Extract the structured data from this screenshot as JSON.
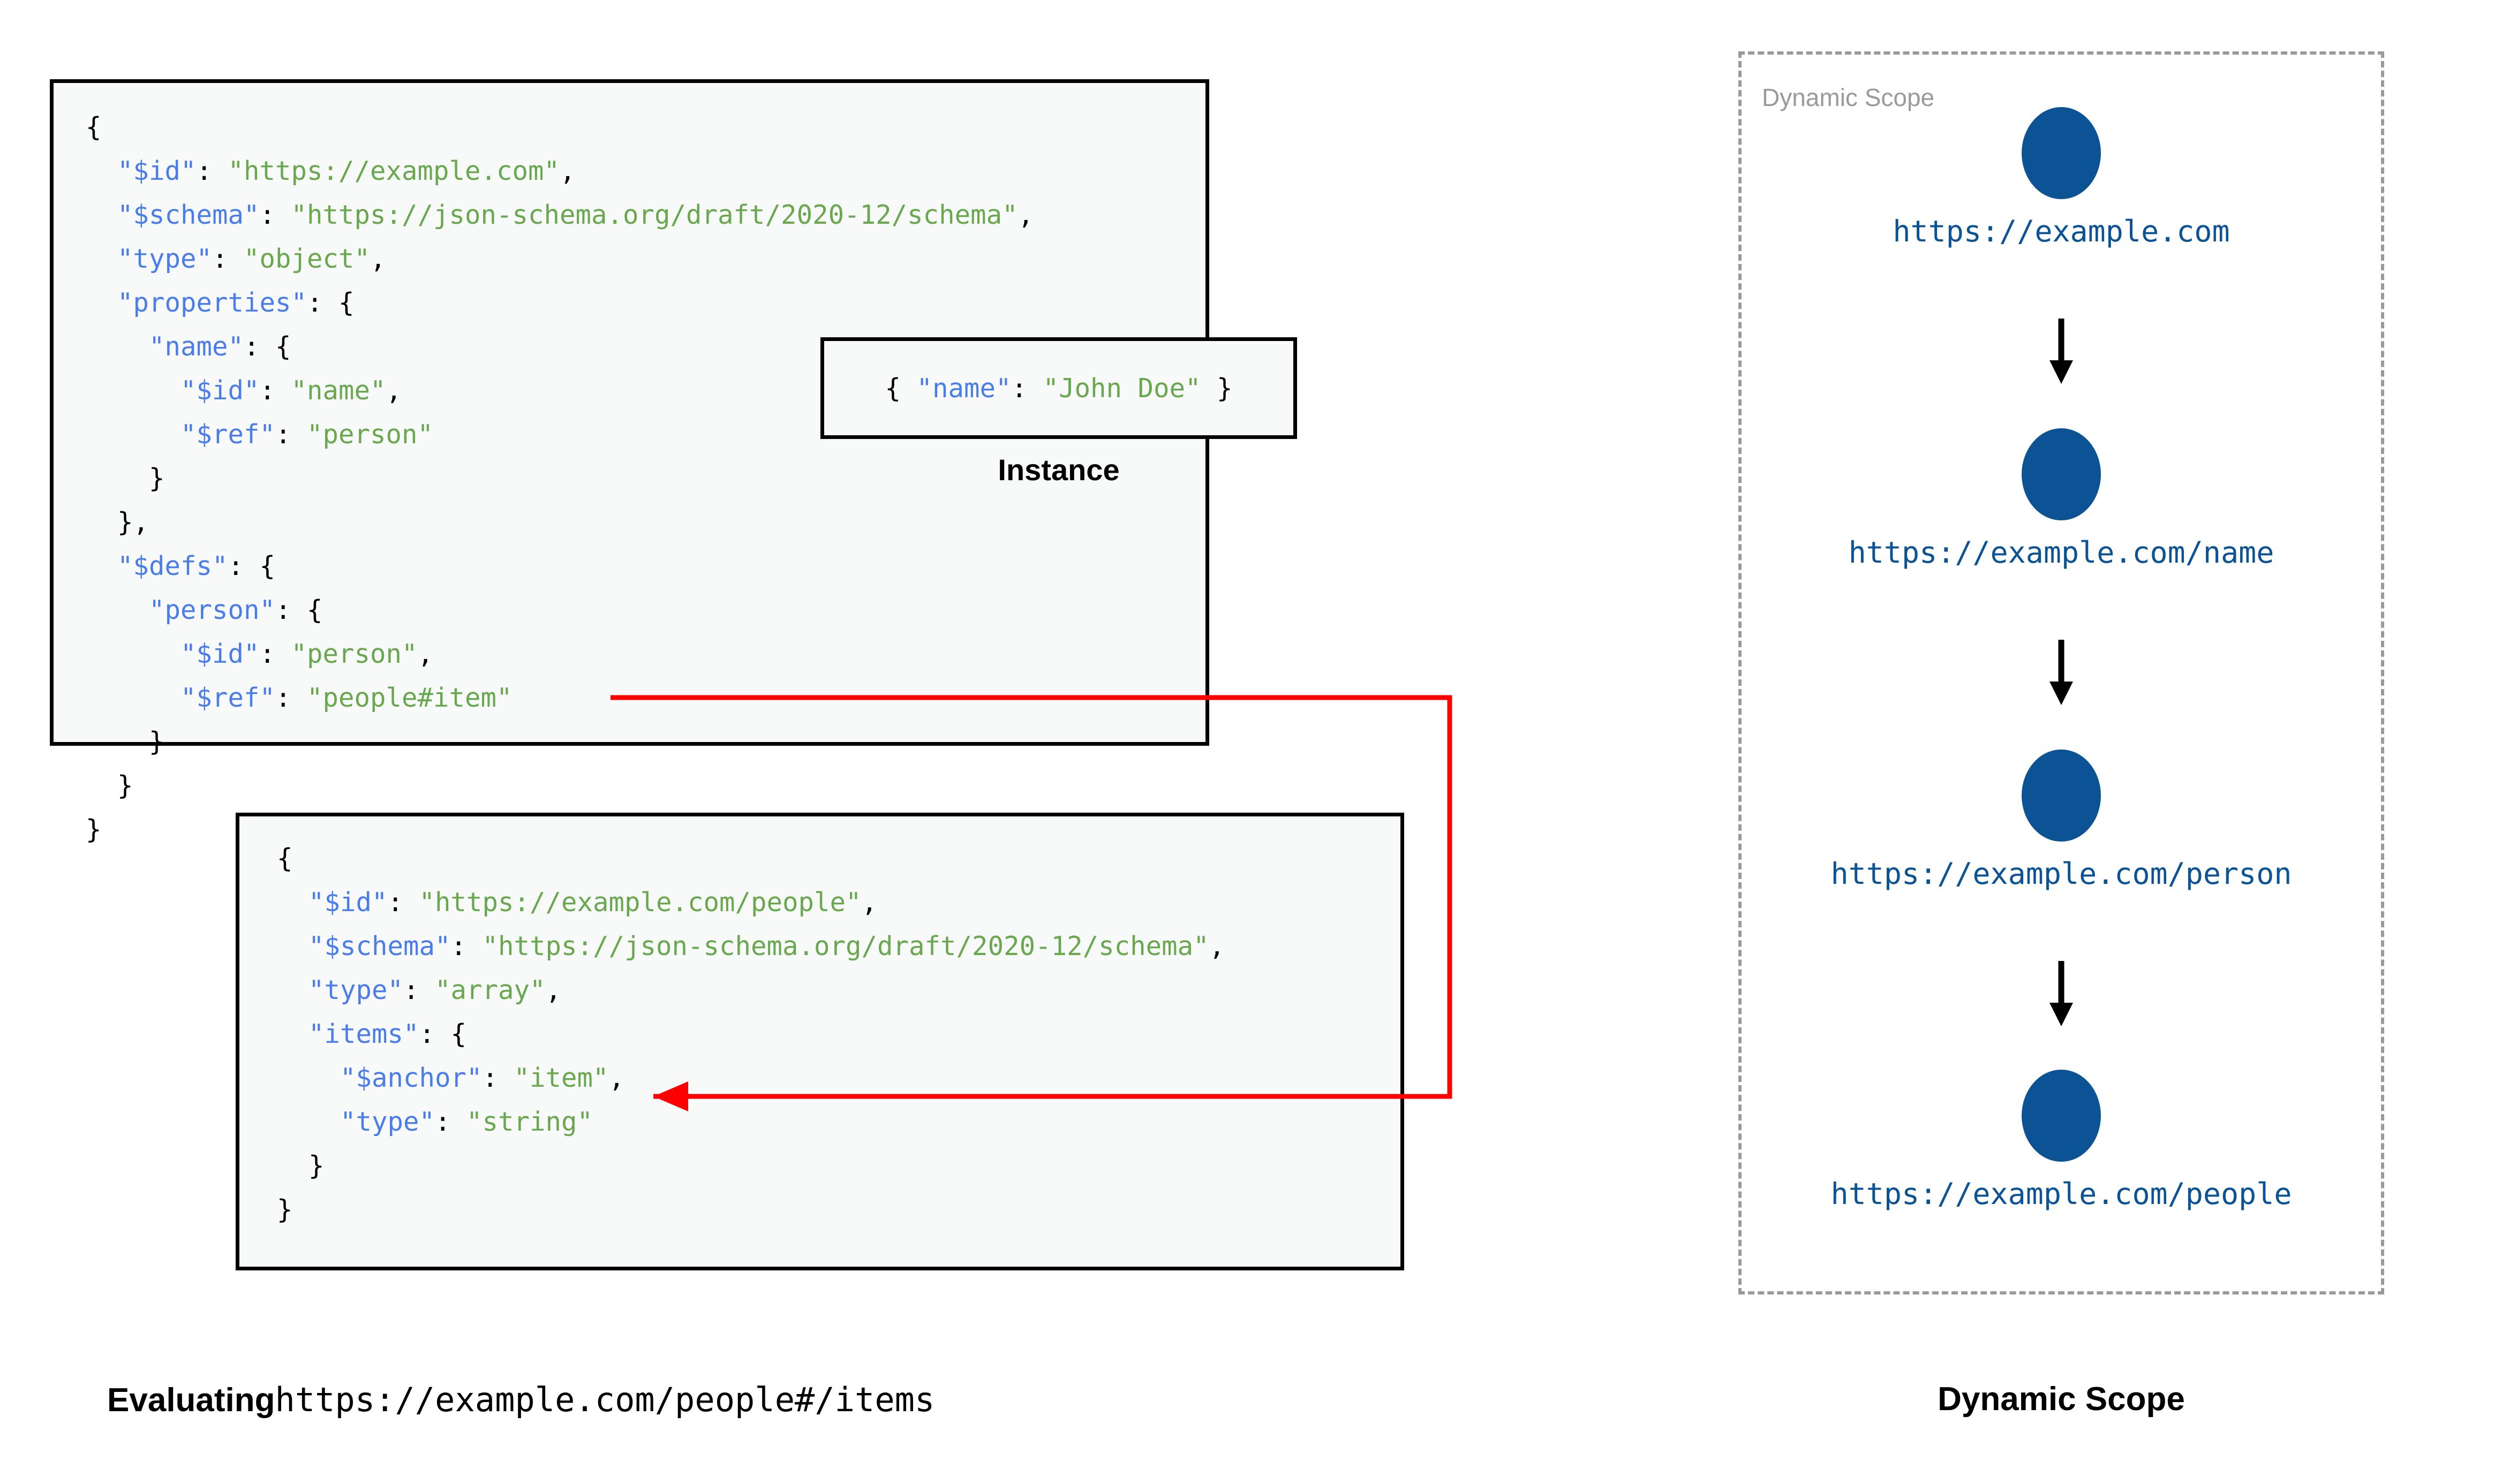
{
  "schema_root": {
    "title": "root-schema",
    "lines": [
      {
        "indent": 0,
        "tokens": [
          {
            "t": "{",
            "c": "p"
          }
        ]
      },
      {
        "indent": 1,
        "tokens": [
          {
            "t": "\"$id\"",
            "c": "k"
          },
          {
            "t": ": ",
            "c": "p"
          },
          {
            "t": "\"https://example.com\"",
            "c": "v"
          },
          {
            "t": ",",
            "c": "p"
          }
        ]
      },
      {
        "indent": 1,
        "tokens": [
          {
            "t": "\"$schema\"",
            "c": "k"
          },
          {
            "t": ": ",
            "c": "p"
          },
          {
            "t": "\"https://json-schema.org/draft/2020-12/schema\"",
            "c": "v"
          },
          {
            "t": ",",
            "c": "p"
          }
        ]
      },
      {
        "indent": 1,
        "tokens": [
          {
            "t": "\"type\"",
            "c": "k"
          },
          {
            "t": ": ",
            "c": "p"
          },
          {
            "t": "\"object\"",
            "c": "v"
          },
          {
            "t": ",",
            "c": "p"
          }
        ]
      },
      {
        "indent": 1,
        "tokens": [
          {
            "t": "\"properties\"",
            "c": "k"
          },
          {
            "t": ": {",
            "c": "p"
          }
        ]
      },
      {
        "indent": 2,
        "tokens": [
          {
            "t": "\"name\"",
            "c": "k"
          },
          {
            "t": ": {",
            "c": "p"
          }
        ]
      },
      {
        "indent": 3,
        "tokens": [
          {
            "t": "\"$id\"",
            "c": "k"
          },
          {
            "t": ": ",
            "c": "p"
          },
          {
            "t": "\"name\"",
            "c": "v"
          },
          {
            "t": ",",
            "c": "p"
          }
        ]
      },
      {
        "indent": 3,
        "tokens": [
          {
            "t": "\"$ref\"",
            "c": "k"
          },
          {
            "t": ": ",
            "c": "p"
          },
          {
            "t": "\"person\"",
            "c": "v"
          }
        ]
      },
      {
        "indent": 2,
        "tokens": [
          {
            "t": "}",
            "c": "p"
          }
        ]
      },
      {
        "indent": 1,
        "tokens": [
          {
            "t": "},",
            "c": "p"
          }
        ]
      },
      {
        "indent": 1,
        "tokens": [
          {
            "t": "\"$defs\"",
            "c": "k"
          },
          {
            "t": ": {",
            "c": "p"
          }
        ]
      },
      {
        "indent": 2,
        "tokens": [
          {
            "t": "\"person\"",
            "c": "k"
          },
          {
            "t": ": {",
            "c": "p"
          }
        ]
      },
      {
        "indent": 3,
        "tokens": [
          {
            "t": "\"$id\"",
            "c": "k"
          },
          {
            "t": ": ",
            "c": "p"
          },
          {
            "t": "\"person\"",
            "c": "v"
          },
          {
            "t": ",",
            "c": "p"
          }
        ]
      },
      {
        "indent": 3,
        "tokens": [
          {
            "t": "\"$ref\"",
            "c": "k"
          },
          {
            "t": ": ",
            "c": "p"
          },
          {
            "t": "\"people#item\"",
            "c": "v"
          }
        ]
      },
      {
        "indent": 2,
        "tokens": [
          {
            "t": "}",
            "c": "p"
          }
        ]
      },
      {
        "indent": 1,
        "tokens": [
          {
            "t": "}",
            "c": "p"
          }
        ]
      },
      {
        "indent": 0,
        "tokens": [
          {
            "t": "}",
            "c": "p"
          }
        ]
      }
    ]
  },
  "instance": {
    "label": "Instance",
    "tokens": [
      {
        "t": "{ ",
        "c": "p"
      },
      {
        "t": "\"name\"",
        "c": "k"
      },
      {
        "t": ": ",
        "c": "p"
      },
      {
        "t": "\"John Doe\"",
        "c": "v"
      },
      {
        "t": " }",
        "c": "p"
      }
    ]
  },
  "schema_people": {
    "title": "people-schema",
    "lines": [
      {
        "indent": 0,
        "tokens": [
          {
            "t": "{",
            "c": "p"
          }
        ]
      },
      {
        "indent": 1,
        "tokens": [
          {
            "t": "\"$id\"",
            "c": "k"
          },
          {
            "t": ": ",
            "c": "p"
          },
          {
            "t": "\"https://example.com/people\"",
            "c": "v"
          },
          {
            "t": ",",
            "c": "p"
          }
        ]
      },
      {
        "indent": 1,
        "tokens": [
          {
            "t": "\"$schema\"",
            "c": "k"
          },
          {
            "t": ": ",
            "c": "p"
          },
          {
            "t": "\"https://json-schema.org/draft/2020-12/schema\"",
            "c": "v"
          },
          {
            "t": ",",
            "c": "p"
          }
        ]
      },
      {
        "indent": 1,
        "tokens": [
          {
            "t": "\"type\"",
            "c": "k"
          },
          {
            "t": ": ",
            "c": "p"
          },
          {
            "t": "\"array\"",
            "c": "v"
          },
          {
            "t": ",",
            "c": "p"
          }
        ]
      },
      {
        "indent": 1,
        "tokens": [
          {
            "t": "\"items\"",
            "c": "k"
          },
          {
            "t": ": {",
            "c": "p"
          }
        ]
      },
      {
        "indent": 2,
        "tokens": [
          {
            "t": "\"$anchor\"",
            "c": "k"
          },
          {
            "t": ": ",
            "c": "p"
          },
          {
            "t": "\"item\"",
            "c": "v"
          },
          {
            "t": ",",
            "c": "p"
          }
        ]
      },
      {
        "indent": 2,
        "tokens": [
          {
            "t": "\"type\"",
            "c": "k"
          },
          {
            "t": ": ",
            "c": "p"
          },
          {
            "t": "\"string\"",
            "c": "v"
          }
        ]
      },
      {
        "indent": 1,
        "tokens": [
          {
            "t": "}",
            "c": "p"
          }
        ]
      },
      {
        "indent": 0,
        "tokens": [
          {
            "t": "}",
            "c": "p"
          }
        ]
      }
    ]
  },
  "reference_arrow": {
    "from": "\"$ref\": \"people#item\"",
    "to": "\"$anchor\": \"item\"",
    "color": "#ff0000"
  },
  "dynamic_scope": {
    "inline_caption": "Dynamic Scope",
    "bottom_caption": "Dynamic Scope",
    "node_color": "#0b5394",
    "border_color": "#9a9a9a",
    "nodes": [
      {
        "url": "https://example.com"
      },
      {
        "url": "https://example.com/name"
      },
      {
        "url": "https://example.com/person"
      },
      {
        "url": "https://example.com/people"
      }
    ]
  },
  "evaluating_caption": {
    "lead": "Evaluating",
    "uri": "https://example.com/people#/items"
  },
  "colors": {
    "json_key": "#4a7dea",
    "json_value": "#6aa84f",
    "box_border": "#000000",
    "box_fill": "#f8f9f9",
    "arrow_red": "#ff0000",
    "scope_blue": "#0b5394",
    "scope_gray": "#9a9a9a"
  }
}
